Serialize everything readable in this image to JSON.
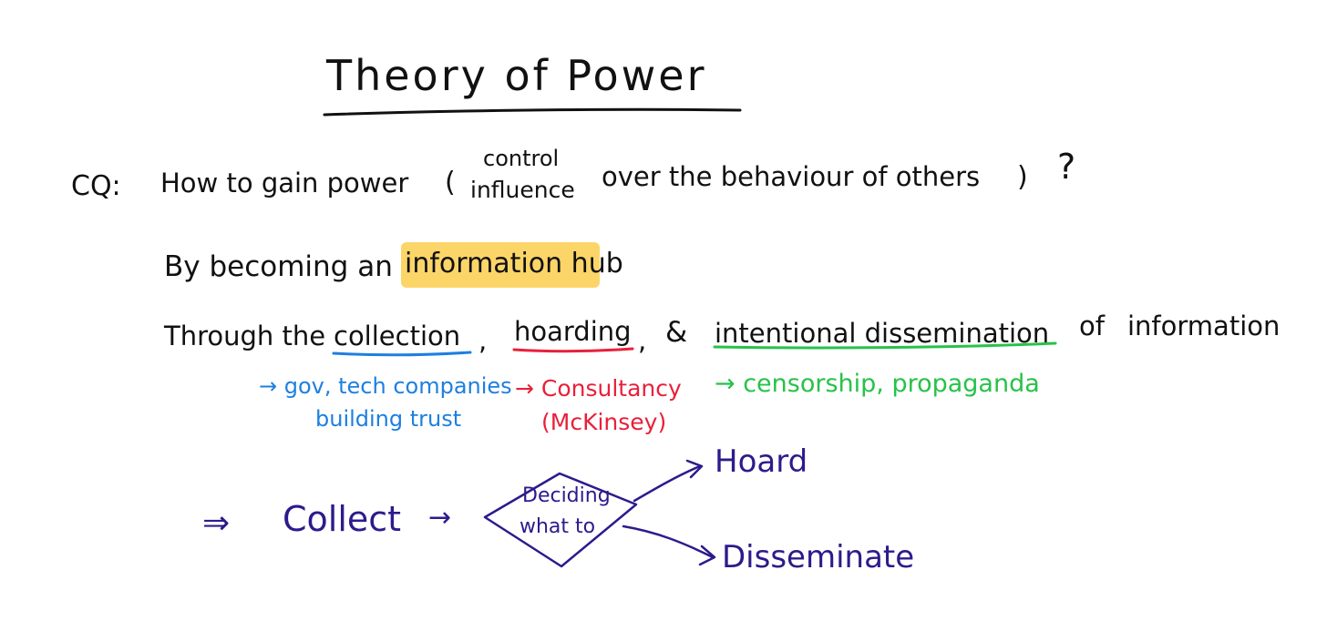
{
  "title": "Theory of Power",
  "cq": {
    "label": "CQ:",
    "question": "How to gain power",
    "open_paren": "(",
    "option_top": "control",
    "option_bottom": "influence",
    "rest": "over the behaviour of others",
    "close_paren": ")",
    "question_mark": "?"
  },
  "line1": {
    "prefix": "By becoming an",
    "highlight": "information hub"
  },
  "line2": {
    "through": "Through the",
    "collection": "collection",
    "comma1": ",",
    "hoarding": "hoarding",
    "comma2": ",",
    "ampersand": "&",
    "intentional": "intentional dissemination",
    "of": "of",
    "information": "information"
  },
  "notes": {
    "blue_line1": "→ gov, tech companies",
    "blue_line2": "building trust",
    "red_line1": "→ Consultancy",
    "red_line2": "(McKinsey)",
    "green_line1": "→ censorship, propaganda"
  },
  "flow": {
    "implies": "⇒",
    "collect": "Collect",
    "arrow": "→",
    "diamond_line1": "Deciding",
    "diamond_line2": "what to",
    "hoard": "Hoard",
    "disseminate": "Disseminate"
  },
  "colors": {
    "ink": "#111111",
    "blue": "#1e7fe0",
    "red": "#e8203a",
    "green": "#27c24a",
    "purple": "#2e1a8c",
    "highlight": "#fcd569"
  }
}
